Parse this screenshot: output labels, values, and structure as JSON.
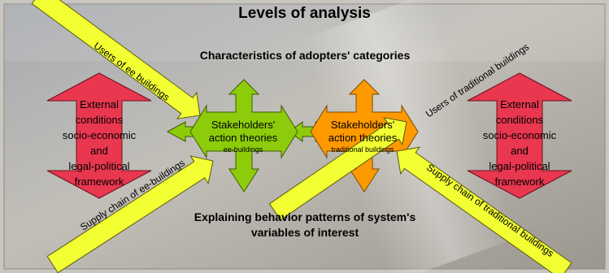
{
  "diagram": {
    "title": "Levels of analysis",
    "subtitle": "Characteristics of adopters' categories",
    "bottom_line1": "Explaining behavior patterns of system's",
    "bottom_line2": "variables of interest",
    "left_external": {
      "line1": "External",
      "line2": "conditions",
      "line3": "socio-economic",
      "line4": "and",
      "line5": "legal-political",
      "line6": "framework"
    },
    "right_external": {
      "line1": "External",
      "line2": "conditions",
      "line3": "socio-economic",
      "line4": "and",
      "line5": "legal-political",
      "line6": "framework"
    },
    "left_stakeholders": {
      "line1": "Stakeholders'",
      "line2": "action theories",
      "line3": "ee-buildings"
    },
    "right_stakeholders": {
      "line1": "Stakeholders'",
      "line2": "action theories",
      "line3": "traditional buildings"
    },
    "arrow_users_ee": "Users of ee buildings",
    "arrow_supply_ee": "Supply chain of ee-buildings",
    "arrow_users_traditional": "Users of traditional buildings",
    "arrow_supply_traditional": "Supply chain of traditional buildings"
  },
  "colors": {
    "background_frame": "#b8b6b0",
    "panel": "#b4b0a8",
    "red_arrow": "#e8374f",
    "green_cross": "#8dcc0a",
    "orange_cross": "#ff9900",
    "yellow_arrow": "#f2ff33"
  }
}
